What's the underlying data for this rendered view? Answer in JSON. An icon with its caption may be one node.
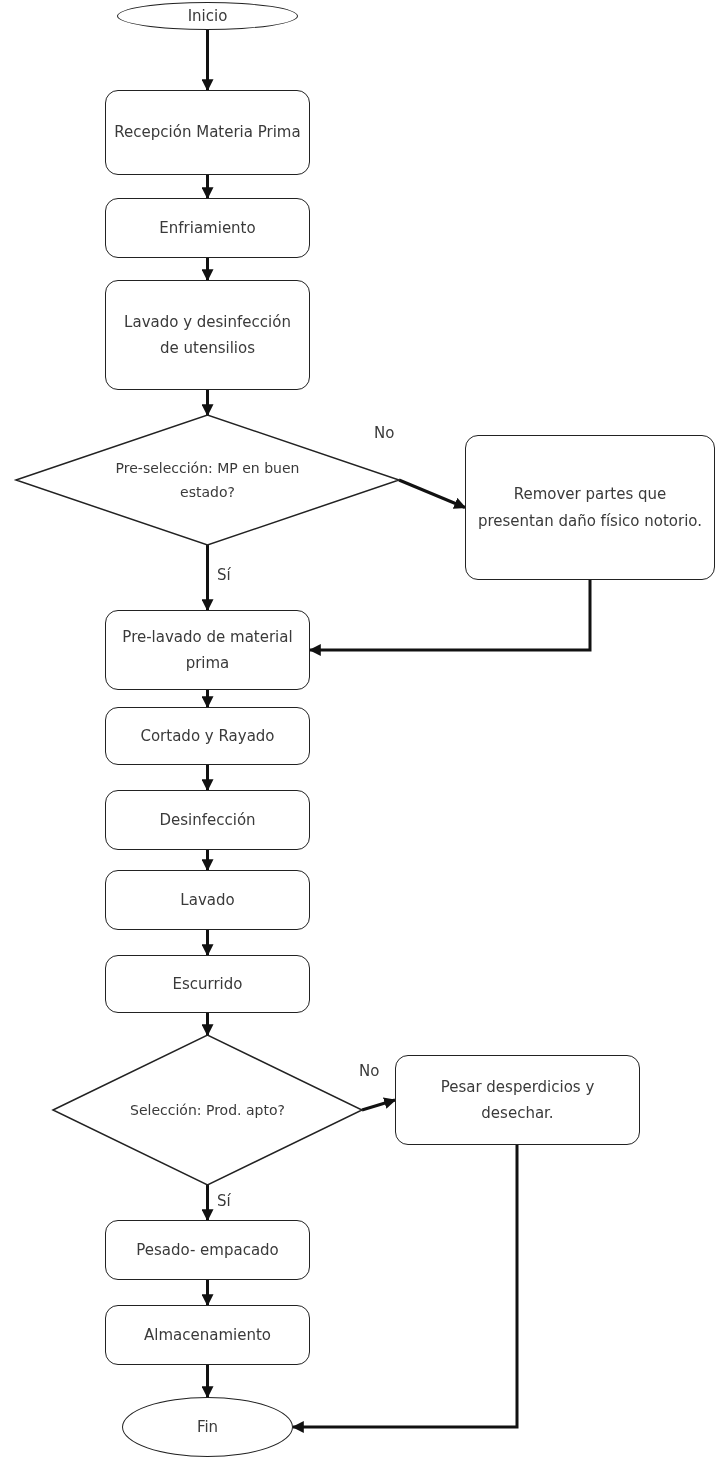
{
  "diagram": {
    "nodes": [
      {
        "text": [
          "Inicio"
        ]
      },
      {
        "text": [
          "Recepción Materia Prima"
        ]
      },
      {
        "text": [
          "Enfriamiento"
        ]
      },
      {
        "text": [
          "Lavado y desinfección de utensilios"
        ]
      },
      {
        "text": [
          "Pre-selección: MP en buen estado?"
        ]
      },
      {
        "text": [
          "Remover partes que presentan daño físico notorio."
        ]
      },
      {
        "text": [
          "Pre-lavado de material prima"
        ]
      },
      {
        "text": [
          "Cortado y Rayado"
        ]
      },
      {
        "text": [
          "Desinfección"
        ]
      },
      {
        "text": [
          "Lavado"
        ]
      },
      {
        "text": [
          "Escurrido"
        ]
      },
      {
        "text": [
          "Selección: Prod. apto?"
        ]
      },
      {
        "text": [
          "Pesar desperdicios y desechar."
        ]
      },
      {
        "text": [
          "Pesado- empacado"
        ]
      },
      {
        "text": [
          "Almacenamiento"
        ]
      },
      {
        "text": [
          "Fin"
        ]
      }
    ],
    "edges": [
      {
        "from": 0,
        "to": 1,
        "arrow": "to"
      },
      {
        "from": 1,
        "to": 2,
        "arrow": "to"
      },
      {
        "from": 2,
        "to": 3,
        "arrow": "to"
      },
      {
        "from": 3,
        "to": 4,
        "arrow": "to"
      },
      {
        "from": 4,
        "to": 5,
        "arrow": "to",
        "label": "No"
      },
      {
        "from": 4,
        "to": 6,
        "arrow": "to",
        "label": "Sí"
      },
      {
        "from": 5,
        "to": 6,
        "arrow": "to"
      },
      {
        "from": 6,
        "to": 7,
        "arrow": "to"
      },
      {
        "from": 7,
        "to": 8,
        "arrow": "to"
      },
      {
        "from": 8,
        "to": 9,
        "arrow": "to"
      },
      {
        "from": 9,
        "to": 10,
        "arrow": "to"
      },
      {
        "from": 10,
        "to": 11,
        "arrow": "to"
      },
      {
        "from": 11,
        "to": 12,
        "arrow": "to",
        "label": "No"
      },
      {
        "from": 11,
        "to": 13,
        "arrow": "to",
        "label": "Sí"
      },
      {
        "from": 12,
        "to": 15,
        "arrow": "to"
      },
      {
        "from": 13,
        "to": 14,
        "arrow": "to"
      },
      {
        "from": 14,
        "to": 15,
        "arrow": "to"
      }
    ]
  }
}
